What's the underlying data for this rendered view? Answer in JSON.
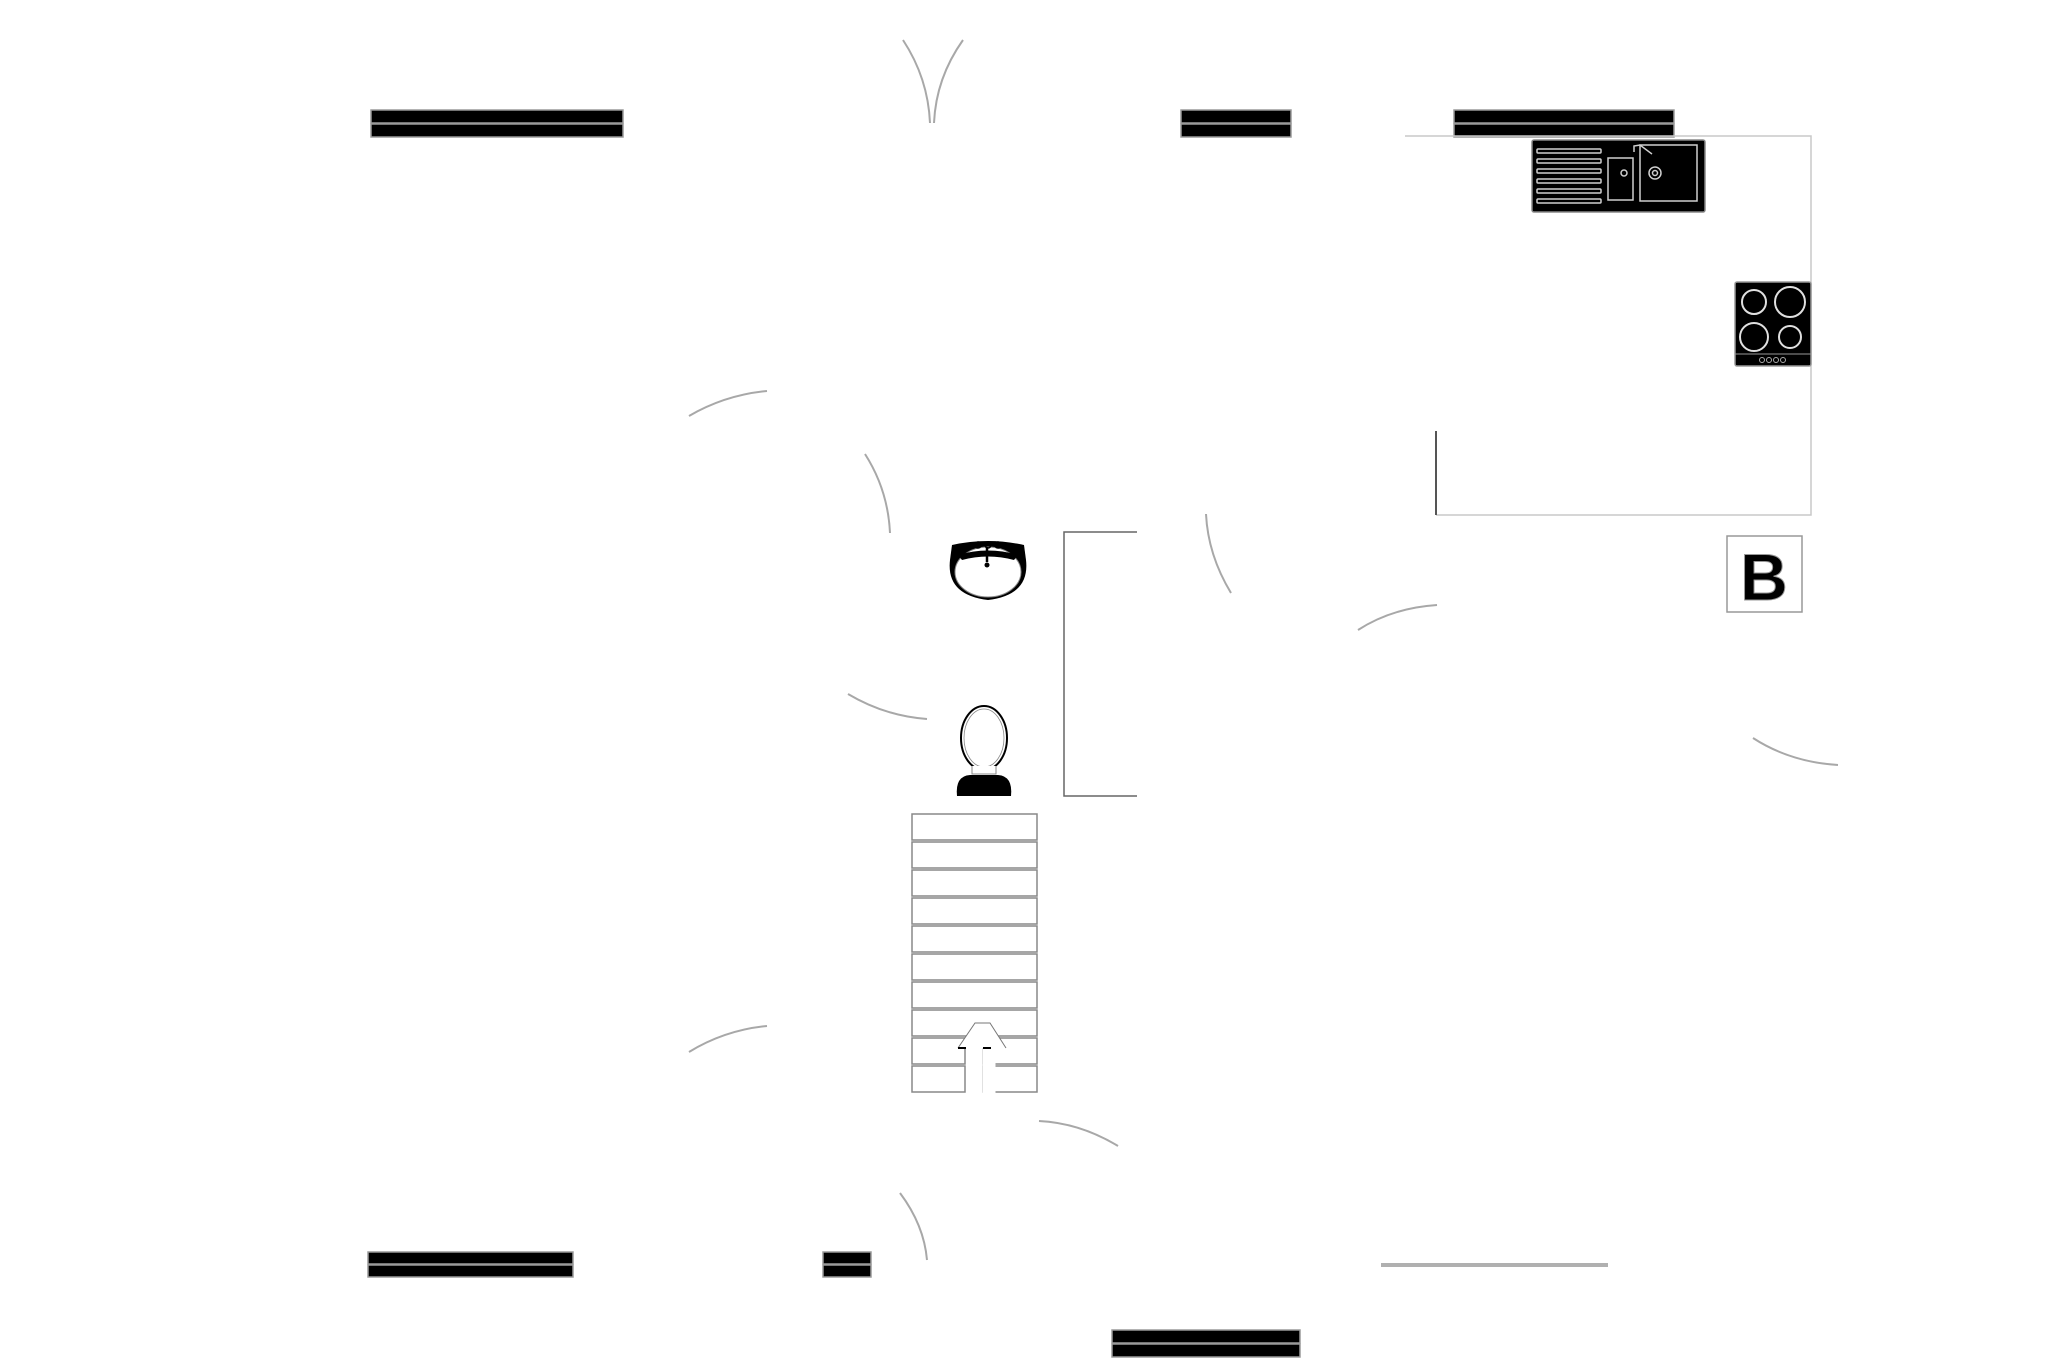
{
  "legend": {
    "boiler_label": "B"
  },
  "colors": {
    "wall": "#000000",
    "wall_edge": "#9a9a9a",
    "door_swing": "#a8a8a8",
    "outline": "#c8c8c8",
    "fixture": "#000000",
    "fixture_line": "#d9d9d9"
  },
  "elements": {
    "windows": [
      "window-top-left",
      "window-top-middle",
      "window-top-kitchen",
      "window-bottom-left",
      "window-bottom-small",
      "window-bottom-center"
    ],
    "doors": [
      "front-double-door",
      "door-left-upper",
      "door-landing-upper",
      "door-bathroom",
      "door-left-lower",
      "door-lower-right",
      "door-stair-bottom",
      "door-kitchen-left",
      "door-kitchen-right",
      "door-right-room"
    ],
    "fixtures": [
      "kitchen-sink",
      "hob",
      "washbasin",
      "toilet",
      "boiler",
      "staircase",
      "cupboard"
    ],
    "stair_steps": 10,
    "stair_direction": "up"
  }
}
